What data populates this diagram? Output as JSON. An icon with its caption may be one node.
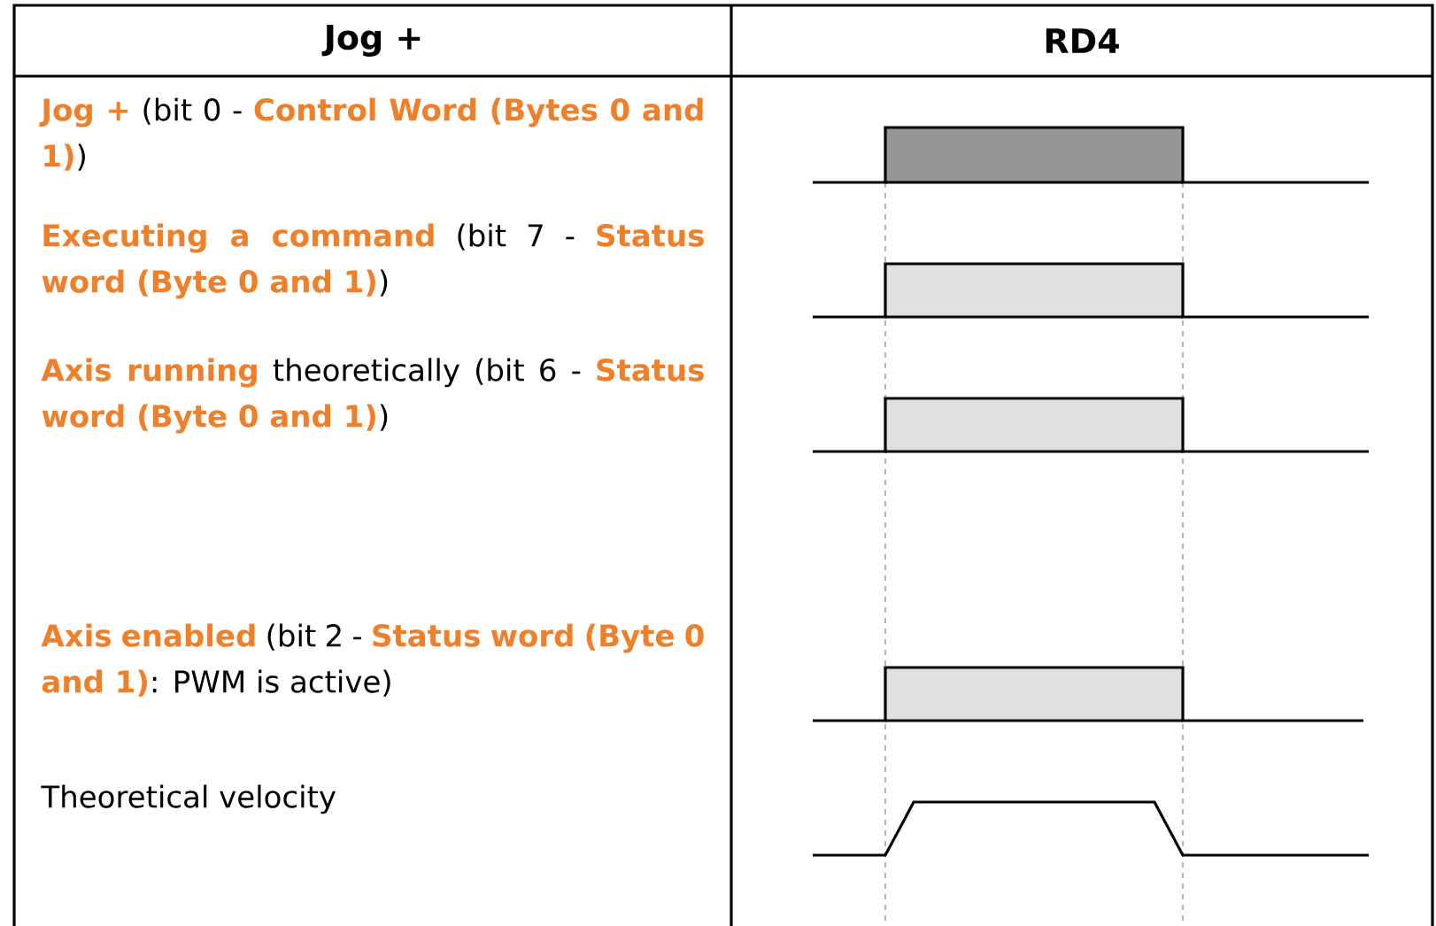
{
  "diagram": {
    "labels": [
      "Jog +",
      "RD4",
      "**Jog +** (bit 0 - **Control Word (Bytes 0 and 1)**)",
      "**Executing a command** (bit 7 - **Status word (Byte 0 and 1)**)",
      "**Axis running** theoretically (bit 6 - **Status word (Byte 0 and 1)**)",
      "**Axis enabled** (bit 2 - **Status word (Byte 0 and 1)**: PWM is active)",
      "Theoretical velocity"
    ]
  }
}
